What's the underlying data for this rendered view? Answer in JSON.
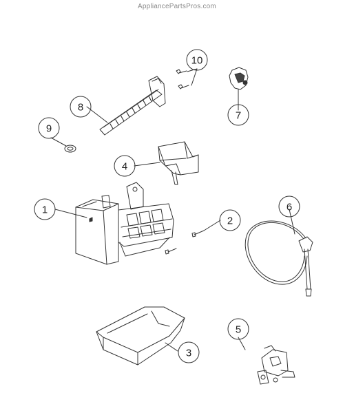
{
  "header": {
    "watermark": "AppliancePartsPros.com"
  },
  "callouts": [
    {
      "id": "1",
      "label": "1"
    },
    {
      "id": "2",
      "label": "2"
    },
    {
      "id": "3",
      "label": "3"
    },
    {
      "id": "4",
      "label": "4"
    },
    {
      "id": "5",
      "label": "5"
    },
    {
      "id": "6",
      "label": "6"
    },
    {
      "id": "7",
      "label": "7"
    },
    {
      "id": "8",
      "label": "8"
    },
    {
      "id": "9",
      "label": "9"
    },
    {
      "id": "10",
      "label": "10"
    }
  ]
}
